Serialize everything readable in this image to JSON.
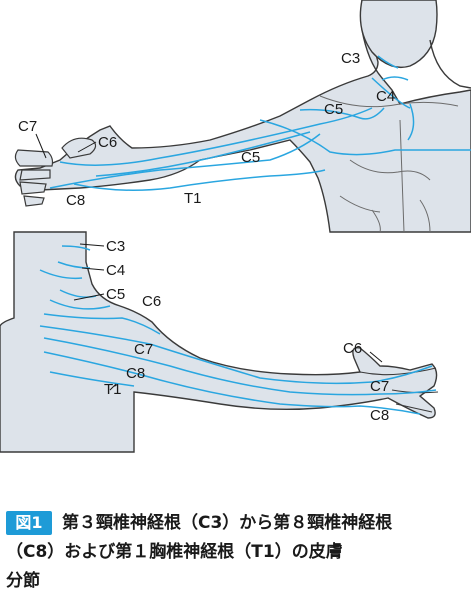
{
  "colors": {
    "skin": "#dde3ea",
    "outline": "#3a3a3a",
    "dermatome_line": "#2aa6e0",
    "badge": "#1e9bd7"
  },
  "front_view": {
    "labels": {
      "c3": "C3",
      "c4": "C4",
      "c5_shoulder": "C5",
      "c5_arm": "C5",
      "c6": "C6",
      "c7": "C7",
      "c8": "C8",
      "t1": "T1"
    }
  },
  "back_view": {
    "labels": {
      "c3": "C3",
      "c4": "C4",
      "c5": "C5",
      "c6_neck": "C6",
      "c7_arm": "C7",
      "c8_arm": "C8",
      "t1": "T1",
      "c6_hand": "C6",
      "c7_hand": "C7",
      "c8_hand": "C8"
    }
  },
  "caption": {
    "badge": "図1",
    "line1": "第３頸椎神経根（C3）から第８頸椎神経根",
    "line2": "（C8）および第１胸椎神経根（T1）の皮膚",
    "line3": "分節"
  }
}
